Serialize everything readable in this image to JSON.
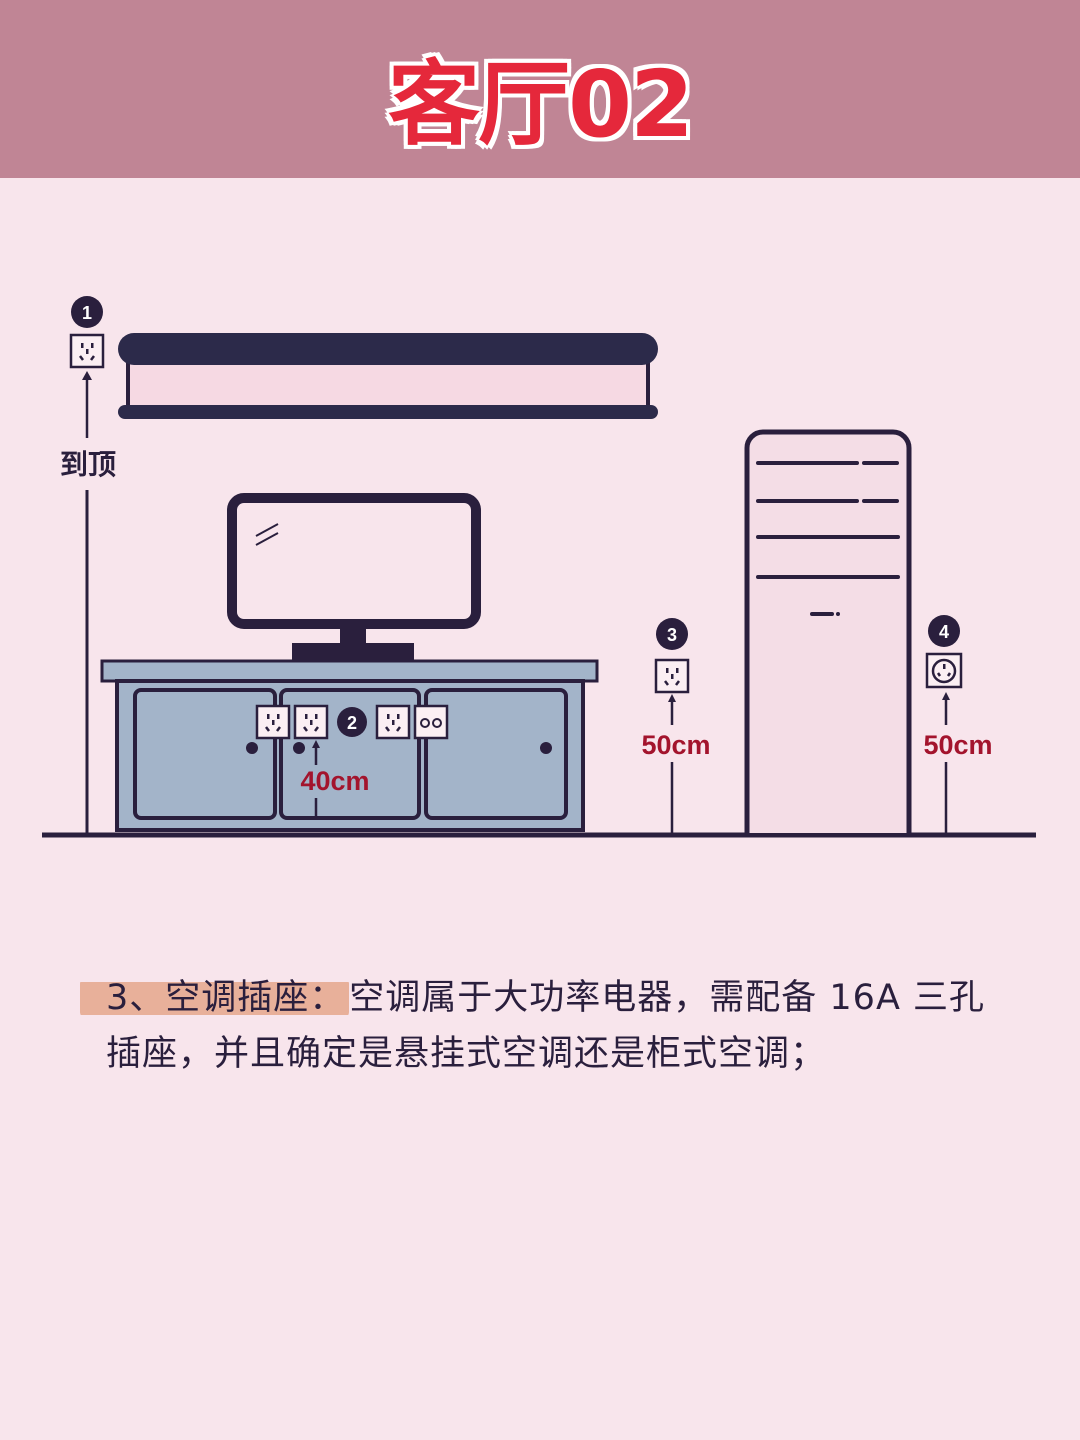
{
  "header": {
    "title": "客厅02"
  },
  "diagram": {
    "markers": [
      {
        "number": "1",
        "label": "到顶",
        "socket": "five-hole-socket"
      },
      {
        "number": "2",
        "label": "40cm",
        "socket": "five-hole-socket"
      },
      {
        "number": "3",
        "label": "50cm",
        "socket": "five-hole-socket"
      },
      {
        "number": "4",
        "label": "50cm",
        "socket": "16a-three-hole-socket"
      }
    ]
  },
  "description": {
    "heading": "3、空调插座：",
    "body": "空调属于大功率电器，需配备 16A 三孔插座，并且确定是悬挂式空调还是柜式空调；"
  },
  "colors": {
    "header": "#c08595",
    "background": "#f8e5ec",
    "ink": "#2a1f3d",
    "accent_red": "#a3142d",
    "cabinet": "#a3b4c9",
    "highlight": "#e8b09a"
  }
}
